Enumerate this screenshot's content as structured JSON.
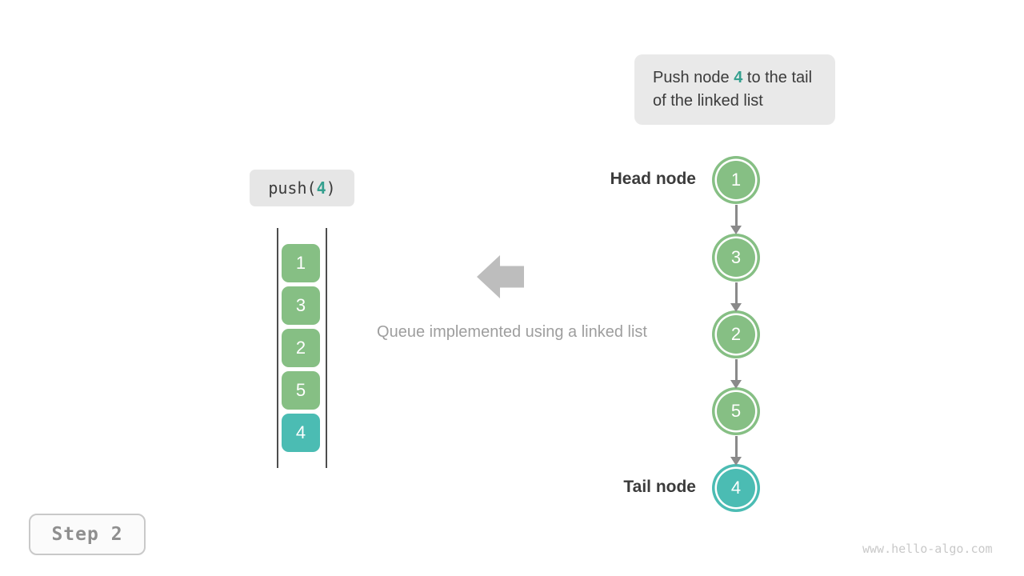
{
  "callout": {
    "prefix": "Push node ",
    "highlight": "4",
    "suffix": " to the tail of the linked list"
  },
  "push_label": {
    "prefix": "push(",
    "highlight": "4",
    "suffix": ")"
  },
  "stack": {
    "items": [
      {
        "value": "1",
        "color": "#86bf84"
      },
      {
        "value": "3",
        "color": "#86bf84"
      },
      {
        "value": "2",
        "color": "#86bf84"
      },
      {
        "value": "5",
        "color": "#86bf84"
      },
      {
        "value": "4",
        "color": "#4bbcb3"
      }
    ]
  },
  "caption": "Queue implemented using a linked list",
  "linked_list": {
    "head_label": "Head node",
    "tail_label": "Tail node",
    "nodes": [
      {
        "value": "1",
        "color": "#86bf84"
      },
      {
        "value": "3",
        "color": "#86bf84"
      },
      {
        "value": "2",
        "color": "#86bf84"
      },
      {
        "value": "5",
        "color": "#86bf84"
      },
      {
        "value": "4",
        "color": "#4bbcb3"
      }
    ]
  },
  "step_badge": "Step 2",
  "watermark": "www.hello-algo.com",
  "colors": {
    "node_green": "#86bf84",
    "node_teal": "#4bbcb3",
    "highlight_text": "#35a08f",
    "block_arrow": "#bdbdbd",
    "connector": "#8a8a8a",
    "rail": "#4d4d4d",
    "callout_bg": "#e9e9e9",
    "caption_text": "#9e9e9e"
  }
}
